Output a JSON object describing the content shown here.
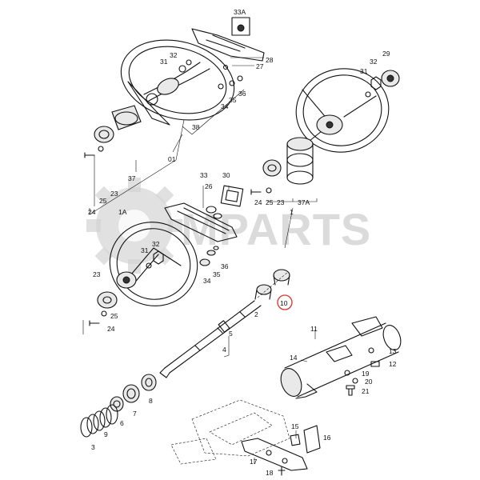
{
  "diagram": {
    "watermark": {
      "text": "MPARTS"
    },
    "labels": [
      {
        "id": "33A",
        "text": "33A"
      },
      {
        "id": "28",
        "text": "28"
      },
      {
        "id": "27",
        "text": "27"
      },
      {
        "id": "32a",
        "text": "32"
      },
      {
        "id": "31a",
        "text": "31"
      },
      {
        "id": "36a",
        "text": "36"
      },
      {
        "id": "35a",
        "text": "35"
      },
      {
        "id": "34a",
        "text": "34"
      },
      {
        "id": "38",
        "text": "38"
      },
      {
        "id": "01",
        "text": "01"
      },
      {
        "id": "37",
        "text": "37"
      },
      {
        "id": "25a",
        "text": "25"
      },
      {
        "id": "23a",
        "text": "23"
      },
      {
        "id": "24a",
        "text": "24"
      },
      {
        "id": "29",
        "text": "29"
      },
      {
        "id": "32b",
        "text": "32"
      },
      {
        "id": "31b",
        "text": "31"
      },
      {
        "id": "24b",
        "text": "24"
      },
      {
        "id": "25b",
        "text": "25"
      },
      {
        "id": "23b",
        "text": "23"
      },
      {
        "id": "37A",
        "text": "37A"
      },
      {
        "id": "1",
        "text": "1"
      },
      {
        "id": "33",
        "text": "33"
      },
      {
        "id": "30",
        "text": "30"
      },
      {
        "id": "26",
        "text": "26"
      },
      {
        "id": "1A",
        "text": "1A"
      },
      {
        "id": "32c",
        "text": "32"
      },
      {
        "id": "31c",
        "text": "31"
      },
      {
        "id": "36b",
        "text": "36"
      },
      {
        "id": "35b",
        "text": "35"
      },
      {
        "id": "34b",
        "text": "34"
      },
      {
        "id": "23c",
        "text": "23"
      },
      {
        "id": "25c",
        "text": "25"
      },
      {
        "id": "24c",
        "text": "24"
      },
      {
        "id": "10",
        "text": "10"
      },
      {
        "id": "2",
        "text": "2"
      },
      {
        "id": "5",
        "text": "5"
      },
      {
        "id": "4",
        "text": "4"
      },
      {
        "id": "11",
        "text": "11"
      },
      {
        "id": "14",
        "text": "14"
      },
      {
        "id": "13",
        "text": "13"
      },
      {
        "id": "12",
        "text": "12"
      },
      {
        "id": "19",
        "text": "19"
      },
      {
        "id": "20",
        "text": "20"
      },
      {
        "id": "21",
        "text": "21"
      },
      {
        "id": "8",
        "text": "8"
      },
      {
        "id": "7",
        "text": "7"
      },
      {
        "id": "6",
        "text": "6"
      },
      {
        "id": "9",
        "text": "9"
      },
      {
        "id": "3",
        "text": "3"
      },
      {
        "id": "15",
        "text": "15"
      },
      {
        "id": "16",
        "text": "16"
      },
      {
        "id": "17",
        "text": "17"
      },
      {
        "id": "18",
        "text": "18"
      }
    ]
  }
}
